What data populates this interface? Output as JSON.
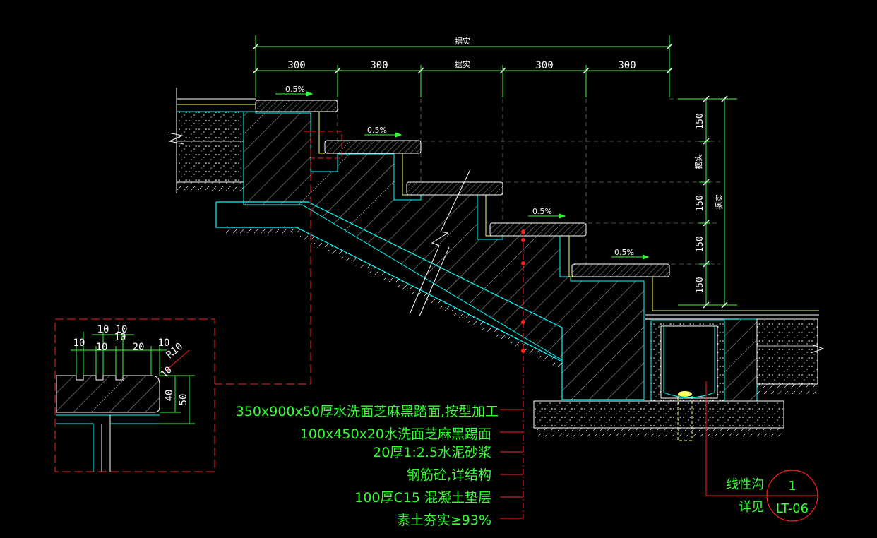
{
  "dimensions": {
    "top_overall": "据实",
    "top_segments": [
      "300",
      "300",
      "据实",
      "300",
      "300"
    ],
    "right_overall": "据实",
    "right_segments": [
      "150",
      "150",
      "150",
      "150"
    ],
    "right_mid_label": "据实"
  },
  "slopes": [
    "0.5%",
    "0.5%",
    "0.5%",
    "0.5%"
  ],
  "detail": {
    "top_dims": [
      "10",
      "10",
      "10",
      "10",
      "10",
      "20",
      "10"
    ],
    "radius": "R10",
    "small_dim": "10",
    "height_dims": [
      "40",
      "50"
    ]
  },
  "notes": [
    "350x900x50厚水洗面芝麻黑踏面,按型加工",
    "100x450x20水洗面芝麻黑踢面",
    "20厚1:2.5水泥砂浆",
    "钢筋砼,详结构",
    "100厚C15 混凝土垫层",
    "素土夯实≥93%"
  ],
  "callout": {
    "label_top": "线性沟",
    "label_bottom": "详见",
    "number": "1",
    "sheet": "LT-06"
  },
  "colors": {
    "background": "#000000",
    "text_green": "#33ff33",
    "line_cyan": "#00ffff",
    "line_white": "#ffffff",
    "line_yellow": "#ffff66",
    "line_red": "#ff2020",
    "line_green": "#00cc00"
  }
}
